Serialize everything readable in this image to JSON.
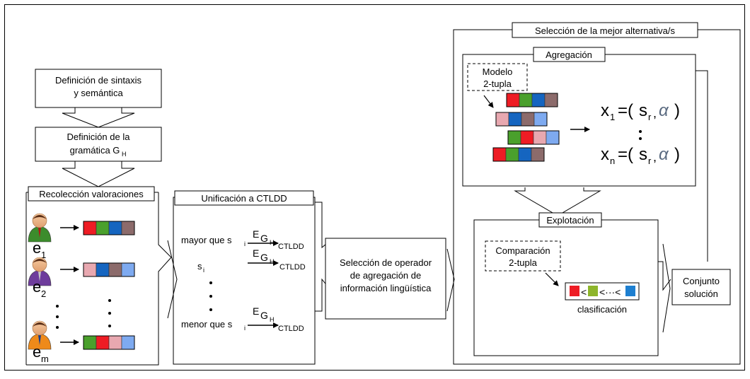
{
  "process": {
    "step1_line1": "Definición de sintaxis",
    "step1_line2": "y semántica",
    "step2_line1": "Definición de la",
    "step2_line2": "gramática G",
    "step2_sub": "H"
  },
  "collection": {
    "title": "Recolección valoraciones",
    "experts": [
      {
        "label": "e",
        "sub": "1",
        "colors": [
          "#ee1c24",
          "#4aa02c",
          "#1565c0",
          "#8c6b6b"
        ]
      },
      {
        "label": "e",
        "sub": "2",
        "colors": [
          "#e8a8b0",
          "#1565c0",
          "#8c6b6b",
          "#7eaaf0"
        ]
      },
      {
        "label": "e",
        "sub": "m",
        "colors": [
          "#4aa02c",
          "#ee1c24",
          "#e8a8b0",
          "#7eaaf0"
        ]
      }
    ]
  },
  "unification": {
    "title": "Unificación a CTLDD",
    "row1_left": "mayor que s",
    "row1_left_sub": "i",
    "row2_left": "s",
    "row2_left_sub": "i",
    "row3_left": "menor que s",
    "row3_left_sub": "i",
    "arrow_E": "E",
    "arrow_G": "G",
    "arrow_H": "H",
    "arrow_target": "CTLDD"
  },
  "operator": {
    "line1": "Selección de operador",
    "line2": "de agregación de",
    "line3": "información lingüística"
  },
  "best": {
    "title": "Selección de la mejor alternativa/s",
    "aggregation": {
      "title": "Agregación",
      "model_line1": "Modelo",
      "model_line2": "2-tupla",
      "bars": [
        [
          "#ee1c24",
          "#4aa02c",
          "#1565c0",
          "#8c6b6b"
        ],
        [
          "#e8a8b0",
          "#1565c0",
          "#8c6b6b",
          "#7eaaf0"
        ],
        [
          "#4aa02c",
          "#ee1c24",
          "#e8a8b0",
          "#7eaaf0"
        ],
        [
          "#ee1c24",
          "#4aa02c",
          "#1565c0",
          "#8c6b6b"
        ]
      ],
      "formula_x": "x",
      "formula_sub1": "1",
      "formula_subn": "n",
      "formula_eq": "=(",
      "formula_s": "s",
      "formula_r": "r",
      "formula_comma": ",",
      "formula_alpha": "α",
      "formula_close": ")"
    },
    "exploitation": {
      "title": "Explotación",
      "cmp_line1": "Comparación",
      "cmp_line2": "2-tupla",
      "ranking_label": "clasificación",
      "ranking_colors": [
        "#ee1c24",
        "#8db52b",
        "#1e7fd0"
      ],
      "ranking_glyph": "<",
      "ranking_dots": "<···<"
    }
  },
  "solution": {
    "line1": "Conjunto",
    "line2": "solución"
  }
}
